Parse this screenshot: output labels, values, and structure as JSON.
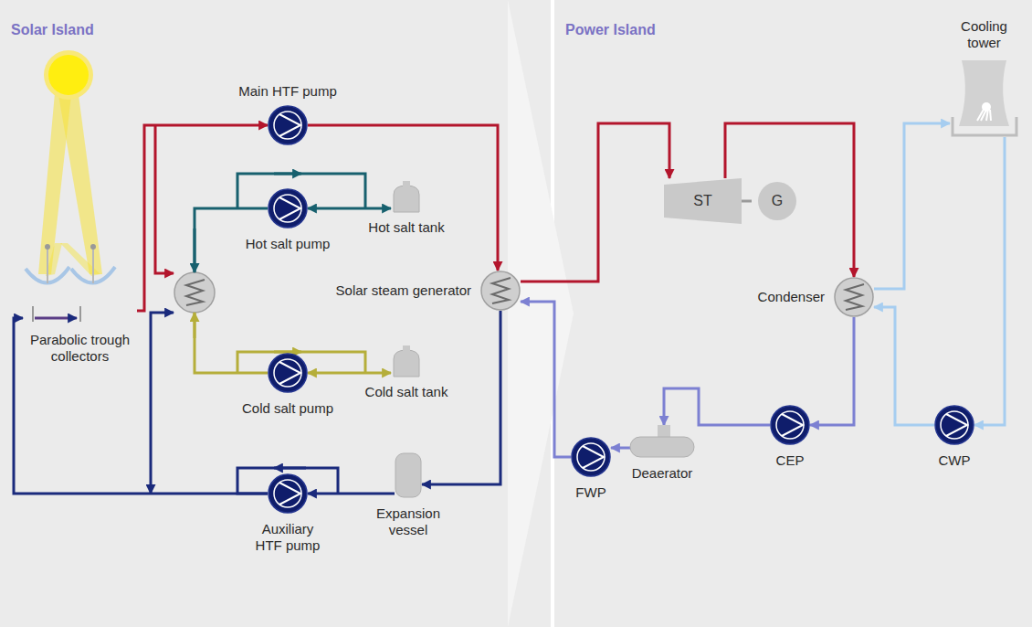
{
  "diagram": {
    "nodes": [
      {
        "text": [
          "Solar Island"
        ]
      },
      {
        "text": [
          "Parabolic trough collectors"
        ],
        "in": 0
      },
      {
        "text": [
          "Main HTF pump"
        ],
        "in": 0
      },
      {
        "text": [
          "Hot salt pump"
        ],
        "in": 0
      },
      {
        "text": [
          "Hot salt tank"
        ],
        "in": 0
      },
      {
        "text": [
          "Solar steam generator"
        ],
        "in": 0
      },
      {
        "text": [
          "Cold salt pump"
        ],
        "in": 0
      },
      {
        "text": [
          "Cold salt tank"
        ],
        "in": 0
      },
      {
        "text": [
          "Auxiliary HTF pump"
        ],
        "in": 0
      },
      {
        "text": [
          "Expansion vessel"
        ],
        "in": 0
      },
      {
        "text": [
          "Power Island"
        ]
      },
      {
        "text": [
          "ST"
        ],
        "in": 10
      },
      {
        "text": [
          "G"
        ],
        "in": 10
      },
      {
        "text": [
          "Cooling tower"
        ],
        "in": 10
      },
      {
        "text": [
          "Condenser"
        ],
        "in": 10
      },
      {
        "text": [
          "FWP"
        ],
        "in": 10
      },
      {
        "text": [
          "Deaerator"
        ],
        "in": 10
      },
      {
        "text": [
          "CEP"
        ],
        "in": 10
      },
      {
        "text": [
          "CWP"
        ],
        "in": 10
      }
    ],
    "edges": [
      {
        "from": 1,
        "to": 2,
        "arrow": "to"
      },
      {
        "from": 2,
        "to": 5,
        "arrow": "to"
      },
      {
        "from": 3,
        "to": 4,
        "arrow": "both"
      },
      {
        "from": 6,
        "to": 7,
        "arrow": "both"
      },
      {
        "from": 5,
        "to": 9,
        "arrow": "to"
      },
      {
        "from": 9,
        "to": 8,
        "arrow": "to"
      },
      {
        "from": 8,
        "to": 1,
        "arrow": "to"
      },
      {
        "from": 5,
        "to": 11,
        "arrow": "to"
      },
      {
        "from": 11,
        "to": 12,
        "arrow": "none"
      },
      {
        "from": 11,
        "to": 14,
        "arrow": "to"
      },
      {
        "from": 14,
        "to": 13,
        "arrow": "to"
      },
      {
        "from": 13,
        "to": 18,
        "arrow": "to"
      },
      {
        "from": 18,
        "to": 14,
        "arrow": "to"
      },
      {
        "from": 14,
        "to": 17,
        "arrow": "to"
      },
      {
        "from": 17,
        "to": 16,
        "arrow": "to"
      },
      {
        "from": 16,
        "to": 15,
        "arrow": "to"
      },
      {
        "from": 15,
        "to": 5,
        "arrow": "to"
      }
    ]
  }
}
